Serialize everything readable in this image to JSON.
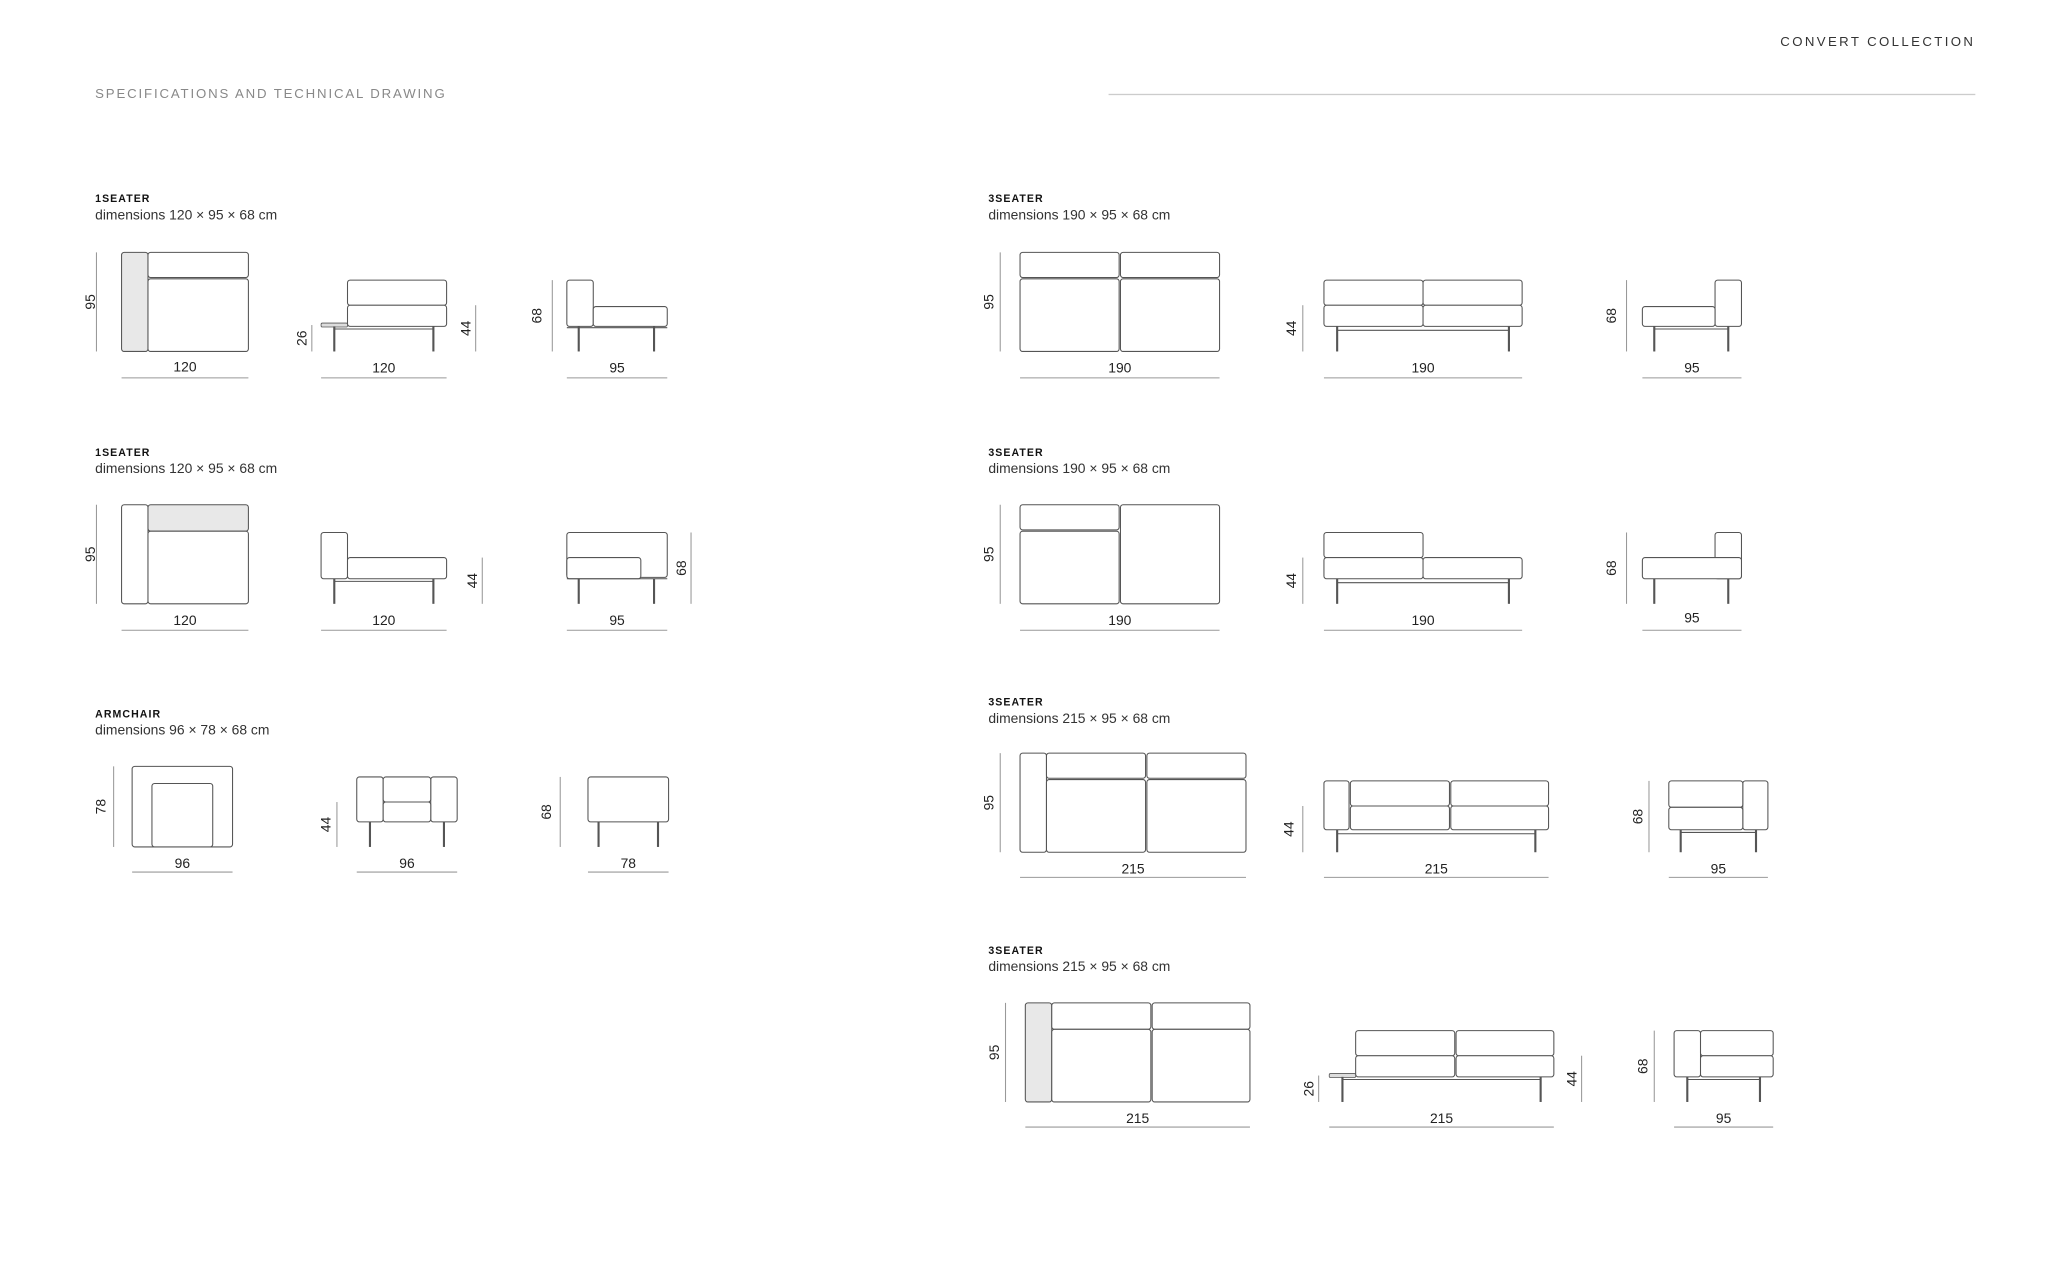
{
  "header": {
    "section_title": "SPECIFICATIONS AND TECHNICAL DRAWING",
    "collection_title": "CONVERT COLLECTION"
  },
  "colors": {
    "line": "#555555",
    "highlight": "#e8e8e8",
    "dim_line": "#999999"
  },
  "products": [
    {
      "name": "1SEATER",
      "dimensions": "dimensions 120 × 95 × 68 cm",
      "top": {
        "w": "120",
        "h": "95"
      },
      "front": {
        "w": "120",
        "h1": "26",
        "h2": "44"
      },
      "side": {
        "w": "95",
        "h": "68"
      }
    },
    {
      "name": "1SEATER",
      "dimensions": "dimensions 120 × 95 × 68 cm",
      "top": {
        "w": "120",
        "h": "95"
      },
      "front": {
        "w": "120",
        "h2": "44"
      },
      "side": {
        "w": "95",
        "h": "68"
      }
    },
    {
      "name": "ARMCHAIR",
      "dimensions": "dimensions 96 × 78 × 68 cm",
      "top": {
        "w": "96",
        "h": "78"
      },
      "front": {
        "w": "96",
        "h1": "44"
      },
      "side": {
        "w": "78",
        "h": "68"
      }
    },
    {
      "name": "3SEATER",
      "dimensions": "dimensions 190 × 95 × 68 cm",
      "top": {
        "w": "190",
        "h": "95"
      },
      "front": {
        "w": "190",
        "h1": "44"
      },
      "side": {
        "w": "95",
        "h": "68"
      }
    },
    {
      "name": "3SEATER",
      "dimensions": "dimensions 190 × 95 × 68 cm",
      "top": {
        "w": "190",
        "h": "95"
      },
      "front": {
        "w": "190",
        "h1": "44"
      },
      "side": {
        "w": "95",
        "h": "68"
      }
    },
    {
      "name": "3SEATER",
      "dimensions": "dimensions 215 × 95 × 68 cm",
      "top": {
        "w": "215",
        "h": "95"
      },
      "front": {
        "w": "215",
        "h1": "44"
      },
      "side": {
        "w": "95",
        "h": "68"
      }
    },
    {
      "name": "3SEATER",
      "dimensions": "dimensions 215 × 95 × 68 cm",
      "top": {
        "w": "215",
        "h": "95"
      },
      "front": {
        "w": "215",
        "h1": "26",
        "h2": "44"
      },
      "side": {
        "w": "95",
        "h": "68"
      }
    }
  ]
}
